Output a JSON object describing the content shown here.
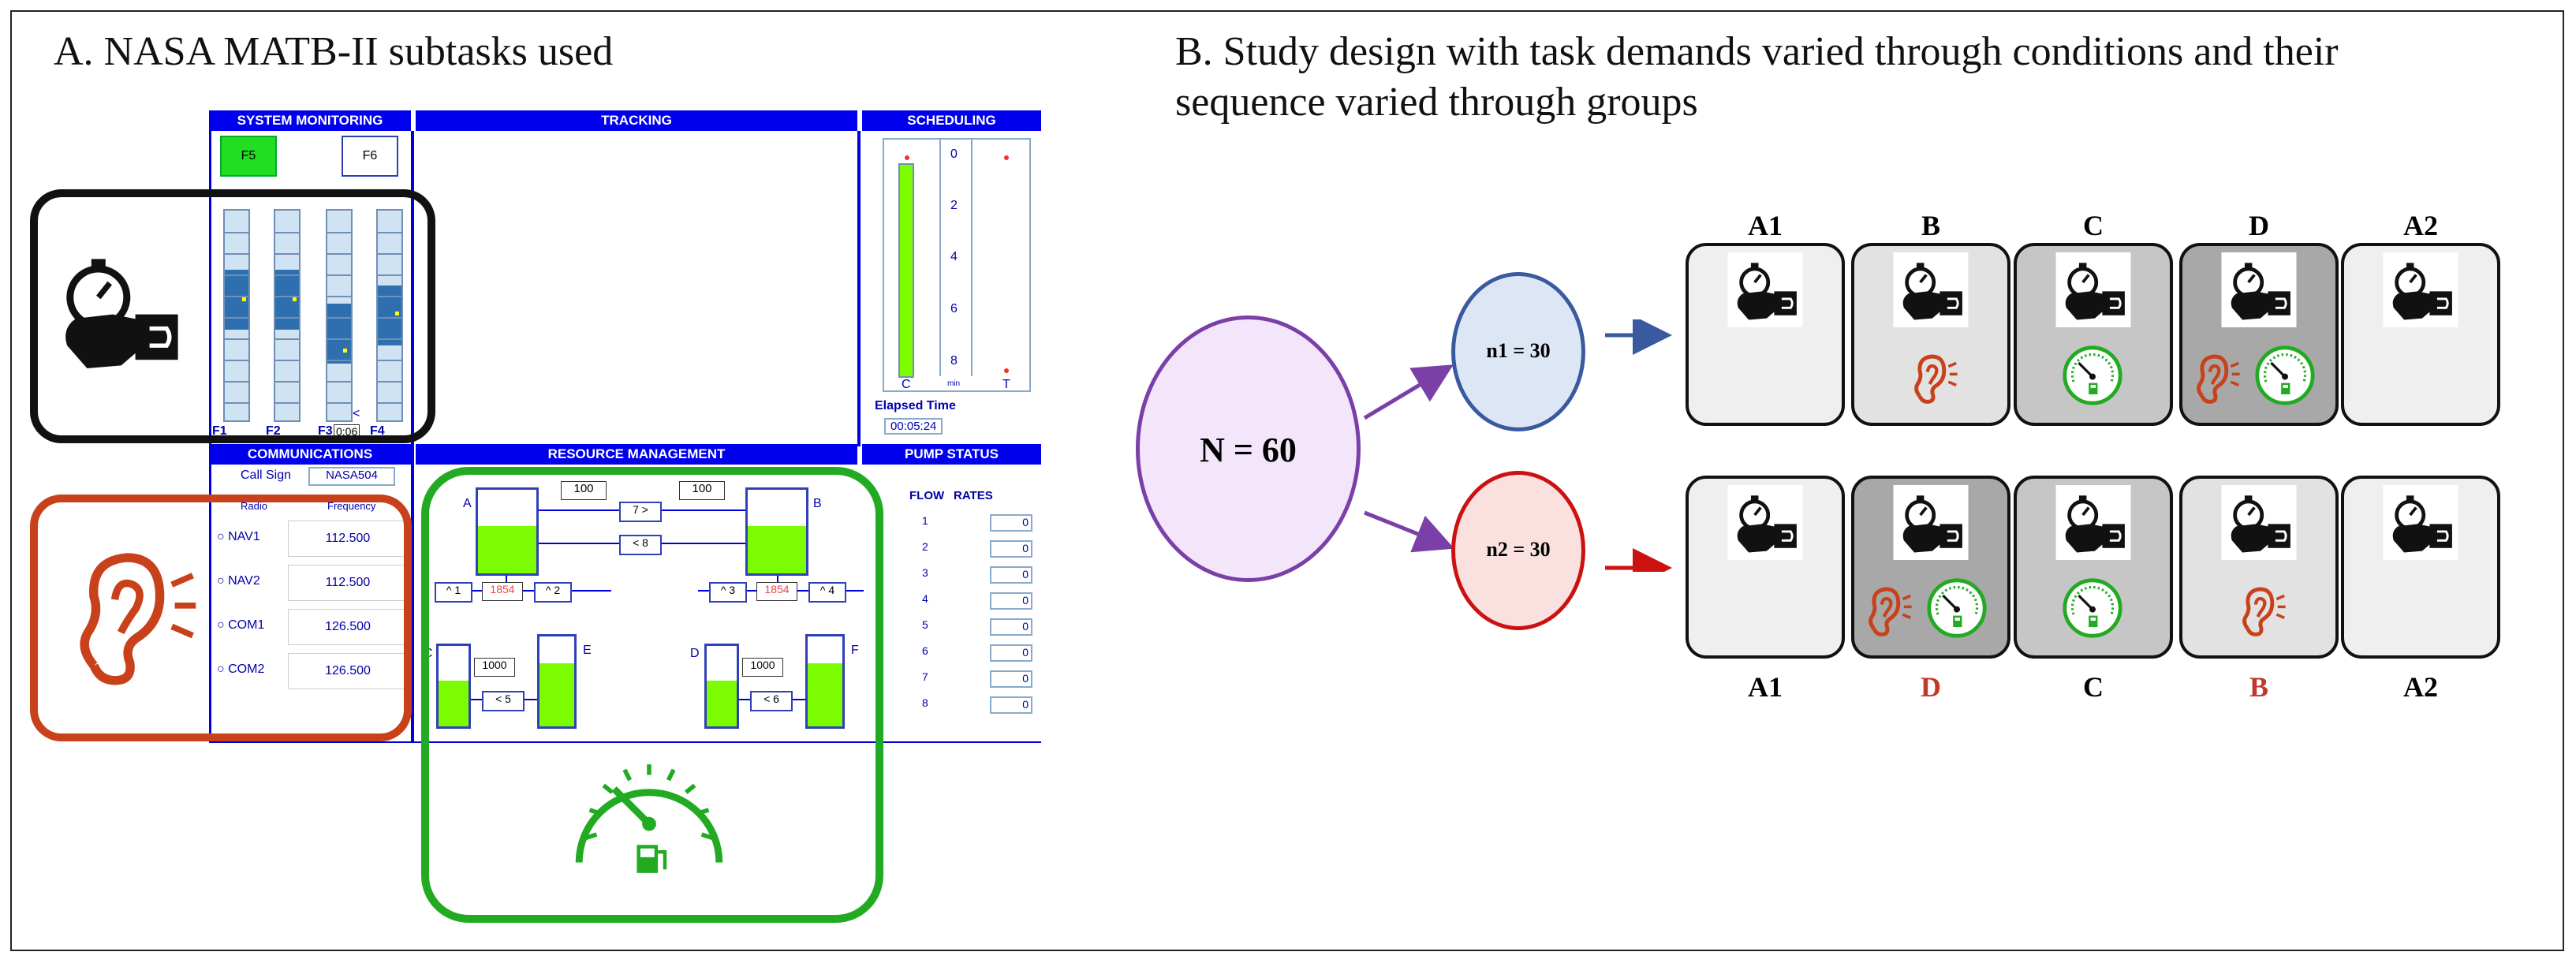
{
  "panelA": {
    "title": "A. NASA MATB-II subtasks used",
    "matb": {
      "sysmon_header": "SYSTEM MONITORING",
      "tracking_header": "TRACKING",
      "scheduling_header": "SCHEDULING",
      "comms_header": "COMMUNICATIONS",
      "resman_header": "RESOURCE MANAGEMENT",
      "pump_header": "PUMP STATUS",
      "f5": "F5",
      "f6": "F6",
      "scale_labels": [
        "F1",
        "F2",
        "F3",
        "F4"
      ],
      "scale_time": "0:06",
      "scale_arrow": "<",
      "sched_ticks": [
        "0",
        "2",
        "4",
        "6",
        "8"
      ],
      "sched_c": "C",
      "sched_t": "T",
      "sched_min": "min",
      "elapsed_label": "Elapsed Time",
      "elapsed_value": "00:05:24",
      "callsign_label": "Call Sign",
      "callsign_value": "NASA504",
      "radio_col": "Radio",
      "freq_col": "Frequency",
      "radios": [
        {
          "name": "NAV1",
          "freq": "112.500"
        },
        {
          "name": "NAV2",
          "freq": "112.500"
        },
        {
          "name": "COM1",
          "freq": "126.500"
        },
        {
          "name": "COM2",
          "freq": "126.500"
        }
      ],
      "tankA_label": "A",
      "tankB_label": "B",
      "tankC_label": "C",
      "tankD_label": "D",
      "tankE_label": "E",
      "tankF_label": "F",
      "tankA_cap": "100",
      "tankB_cap": "100",
      "pump7": "7 >",
      "pump8": "< 8",
      "pump1": "^ 1",
      "pump2": "^ 2",
      "pump3": "^ 3",
      "pump4": "^ 4",
      "pump5": "< 5",
      "pump6": "< 6",
      "level_left": "1854",
      "level_right": "1854",
      "tankE_val": "1000",
      "tankF_val": "1000",
      "flow_label": "FLOW",
      "rates_label": "RATES",
      "flows": [
        "1",
        "2",
        "3",
        "4",
        "5",
        "6",
        "7",
        "8"
      ],
      "rates": [
        "0",
        "0",
        "0",
        "0",
        "0",
        "0",
        "0",
        "0"
      ]
    }
  },
  "panelB": {
    "title_line1": "B. Study design with task demands varied through conditions and their",
    "title_line2": "sequence varied through groups",
    "total": "N = 60",
    "group1": "n1 = 30",
    "group2": "n2 = 30",
    "row1_labels": [
      "A1",
      "B",
      "C",
      "D",
      "A2"
    ],
    "row2_labels": [
      "A1",
      "D",
      "C",
      "B",
      "A2"
    ],
    "colors": {
      "purple": "#7b3fa8",
      "n1_blue": "#3a5aa0",
      "n2_red": "#cc1111",
      "label_red": "#c0392b",
      "sysmon_black": "#111111",
      "comms_orange": "#c8411a",
      "resman_green": "#22aa22"
    }
  }
}
